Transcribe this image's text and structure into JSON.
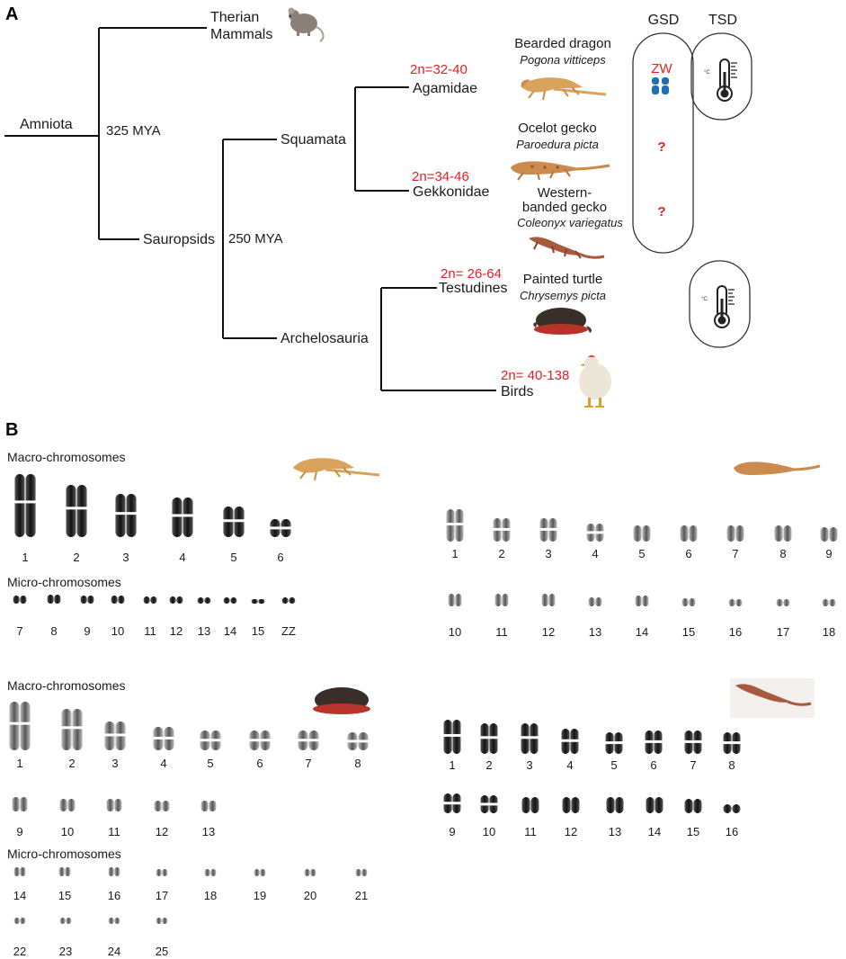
{
  "panel_a": {
    "label": "A",
    "root": "Amniota",
    "node_amniota_age": "325 MYA",
    "node_sauropsid_age": "250 MYA",
    "clades": {
      "therian": "Therian\nMammals",
      "sauropsids": "Sauropsids",
      "squamata": "Squamata",
      "archelosauria": "Archelosauria",
      "agamidae": "Agamidae",
      "gekkonidae": "Gekkonidae",
      "testudines": "Testudines",
      "birds": "Birds"
    },
    "karyotype_ranges": {
      "agamidae": "2n=32-40",
      "gekkonidae": "2n=34-46",
      "testudines": "2n= 26-64",
      "birds": "2n= 40-138"
    },
    "species": [
      {
        "common": "Bearded dragon",
        "latin": "Pogona vitticeps",
        "gsd": "ZW"
      },
      {
        "common": "Ocelot gecko",
        "latin": "Paroedura picta",
        "gsd": "?"
      },
      {
        "common_line1": "Western-",
        "common_line2": "banded gecko",
        "latin": "Coleonyx variegatus",
        "gsd": "?"
      },
      {
        "common": "Painted turtle",
        "latin": "Chrysemys picta"
      }
    ],
    "headers": {
      "gsd": "GSD",
      "tsd": "TSD"
    },
    "thermo_unit": "°C",
    "icons": [
      "mouse-icon",
      "bearded-dragon-icon",
      "ocelot-gecko-icon",
      "banded-gecko-icon",
      "painted-turtle-icon",
      "chicken-icon",
      "thermometer-icon",
      "zw-chromosome-icon"
    ],
    "colors": {
      "red_text": "#e31e24",
      "chrom_blue": "#1f6fb5"
    }
  },
  "panel_b": {
    "label": "B",
    "bearded_dragon": {
      "macro_title": "Macro-chromosomes",
      "micro_title": "Micro-chromosomes",
      "macro": [
        "1",
        "2",
        "3",
        "4",
        "5",
        "6"
      ],
      "micro": [
        "7",
        "8",
        "9",
        "10",
        "11",
        "12",
        "13",
        "14",
        "15",
        "ZZ"
      ]
    },
    "ocelot_gecko": {
      "row1": [
        "1",
        "2",
        "3",
        "4",
        "5",
        "6",
        "7",
        "8",
        "9"
      ],
      "row2": [
        "10",
        "11",
        "12",
        "13",
        "14",
        "15",
        "16",
        "17",
        "18"
      ]
    },
    "painted_turtle": {
      "macro_title": "Macro-chromosomes",
      "micro_title": "Micro-chromosomes",
      "macro_row1": [
        "1",
        "2",
        "3",
        "4",
        "5",
        "6",
        "7",
        "8"
      ],
      "macro_row2": [
        "9",
        "10",
        "11",
        "12",
        "13"
      ],
      "micro_row1": [
        "14",
        "15",
        "16",
        "17",
        "18",
        "19",
        "20",
        "21"
      ],
      "micro_row2": [
        "22",
        "23",
        "24",
        "25"
      ]
    },
    "banded_gecko": {
      "row1": [
        "1",
        "2",
        "3",
        "4",
        "5",
        "6",
        "7",
        "8"
      ],
      "row2": [
        "9",
        "10",
        "11",
        "12",
        "13",
        "14",
        "15",
        "16"
      ]
    }
  }
}
